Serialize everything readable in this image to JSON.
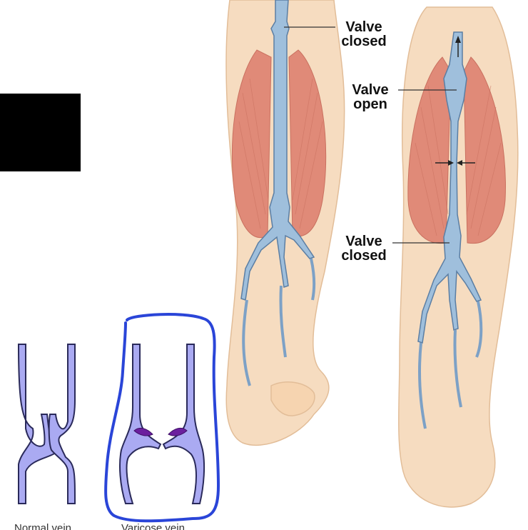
{
  "labels": {
    "left_top": [
      "Valve",
      "closed"
    ],
    "right_open": [
      "Valve",
      "open"
    ],
    "right_bottom": [
      "Valve",
      "closed"
    ]
  },
  "captions": {
    "normal": "Normal vein",
    "varicose": "Varicose vein"
  },
  "colors": {
    "skin": "#f6dcc0",
    "muscle": "#e08a78",
    "vein": "#9fbfdc",
    "vein_diagram": "#aaaaf2",
    "valve_defect": "#6b1f9e",
    "annotation_outline": "#2a45d8",
    "redaction": "#000000"
  },
  "icons": [
    "redaction-block",
    "flow-arrow-icon",
    "constriction-arrows-icon"
  ]
}
